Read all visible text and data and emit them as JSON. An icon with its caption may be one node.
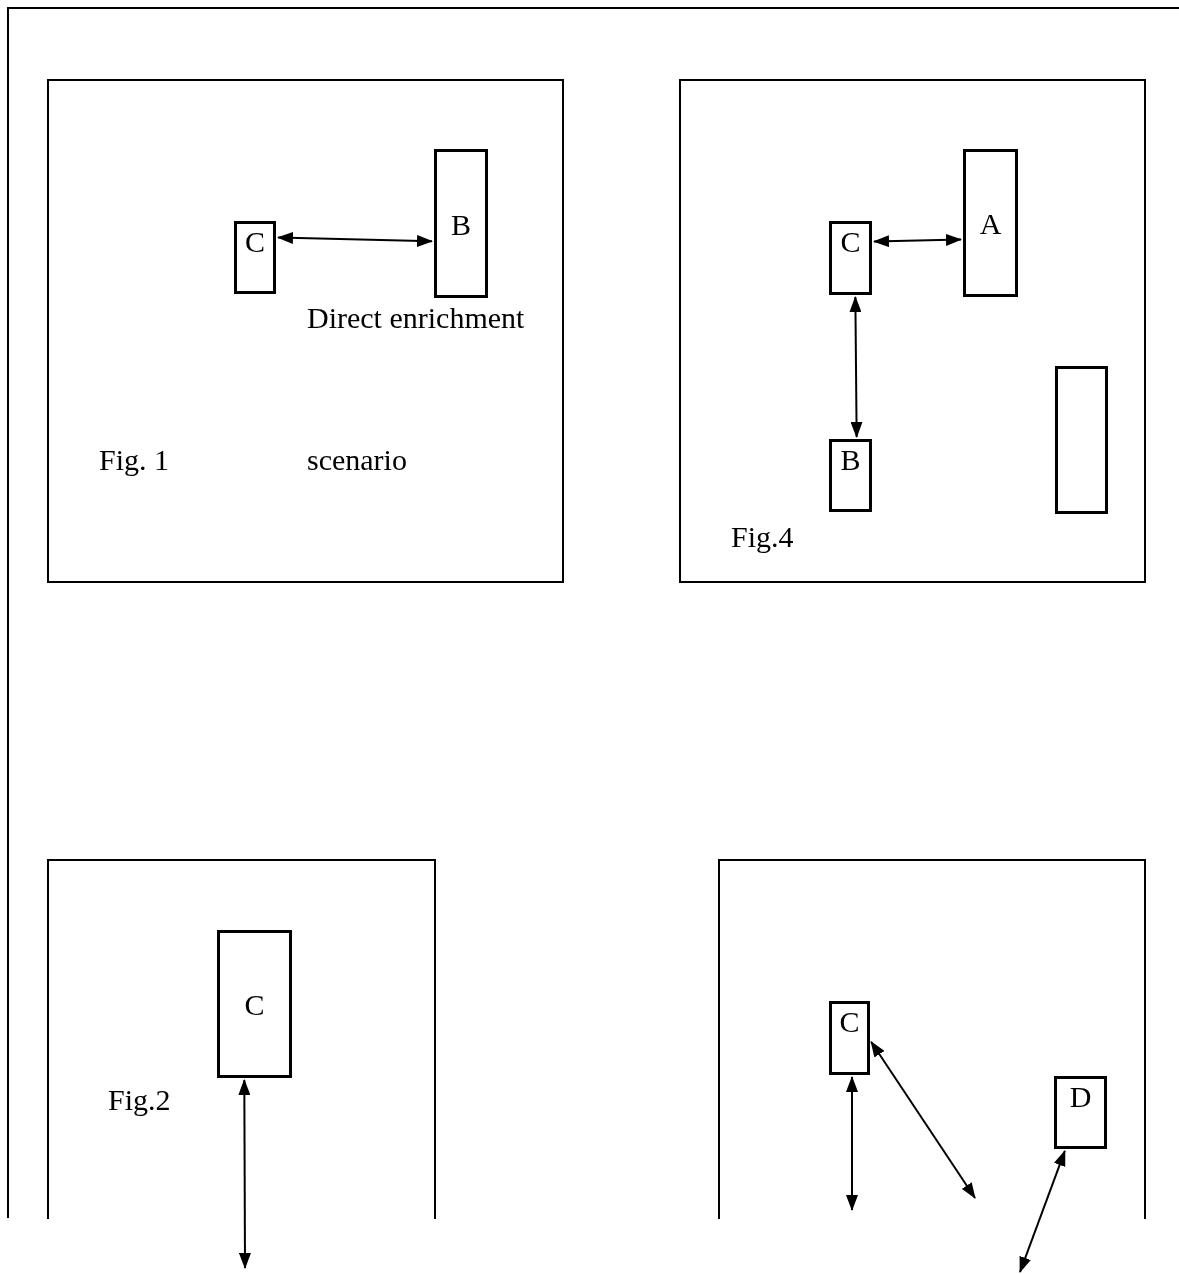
{
  "diagram": {
    "nodes": [
      {
        "text": [
          "Direct enrichment",
          "Fig. 1",
          "scenario"
        ]
      },
      {
        "text": [
          "C"
        ],
        "in": 0
      },
      {
        "text": [
          "B"
        ],
        "in": 0
      },
      {
        "text": [
          "Fig.4"
        ]
      },
      {
        "text": [
          "C"
        ],
        "in": 3
      },
      {
        "text": [
          "A"
        ],
        "in": 3
      },
      {
        "text": [
          "B"
        ],
        "in": 3
      },
      {
        "text": [],
        "shape": "box",
        "in": 3
      },
      {
        "text": [
          "Fig.2"
        ]
      },
      {
        "text": [
          "C"
        ],
        "in": 8
      },
      {
        "text": [],
        "shape": "box"
      },
      {
        "text": [
          "C"
        ],
        "in": 10
      },
      {
        "text": [
          "D"
        ],
        "in": 10
      }
    ],
    "edges": [
      {
        "from": 1,
        "to": 2,
        "arrow": "both"
      },
      {
        "from": 4,
        "to": 5,
        "arrow": "both"
      },
      {
        "from": 4,
        "to": 6,
        "arrow": "both"
      },
      {
        "from": 9,
        "to": null,
        "arrow": "both"
      },
      {
        "from": 11,
        "to": null,
        "arrow": "both"
      },
      {
        "from": 11,
        "to": null,
        "arrow": "both"
      },
      {
        "from": 12,
        "to": null,
        "arrow": "both"
      }
    ]
  }
}
